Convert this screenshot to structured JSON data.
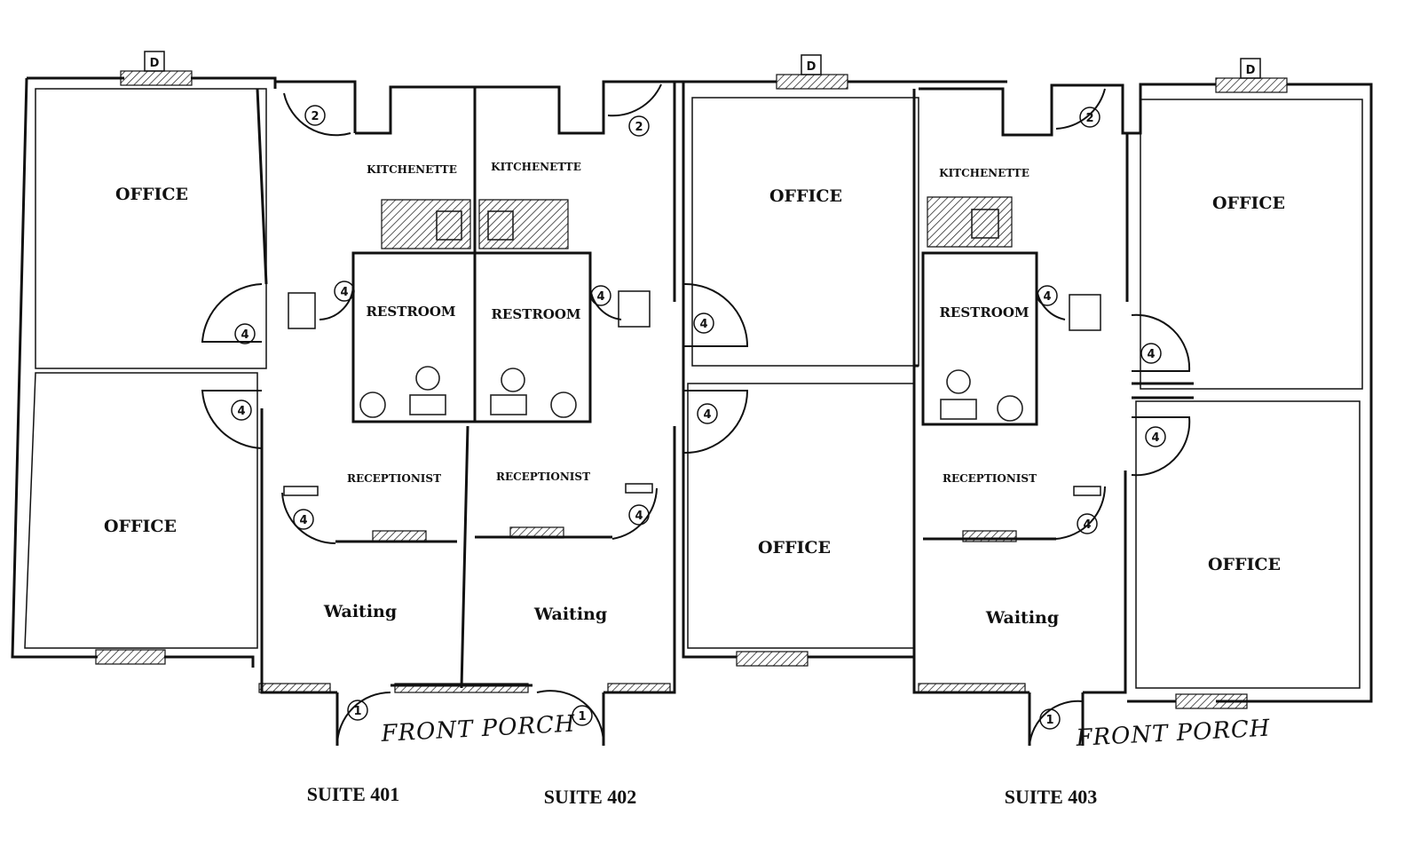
{
  "rooms": {
    "suite401_office_top": "OFFICE",
    "suite401_office_bottom": "OFFICE",
    "suite401_kitchenette": "KITCHENETTE",
    "suite401_restroom": "RESTROOM",
    "suite401_receptionist": "RECEPTIONIST",
    "suite401_waiting": "Waiting",
    "suite402_kitchenette": "KITCHENETTE",
    "suite402_restroom": "RESTROOM",
    "suite402_receptionist": "RECEPTIONIST",
    "suite402_waiting": "Waiting",
    "suite402_office_top": "OFFICE",
    "suite402_office_bottom": "OFFICE",
    "suite403_kitchenette": "KITCHENETTE",
    "suite403_restroom": "RESTROOM",
    "suite403_receptionist": "RECEPTIONIST",
    "suite403_waiting": "Waiting",
    "suite403_office_top": "OFFICE",
    "suite403_office_bottom": "OFFICE"
  },
  "suites": {
    "s401": "SUITE 401",
    "s402": "SUITE 402",
    "s403": "SUITE 403"
  },
  "annotations": {
    "porch_left": "FRONT PORCH",
    "porch_right": "FRONT PORCH",
    "vent_mark": "D",
    "door_1": "1",
    "door_2": "2",
    "door_4": "4"
  }
}
